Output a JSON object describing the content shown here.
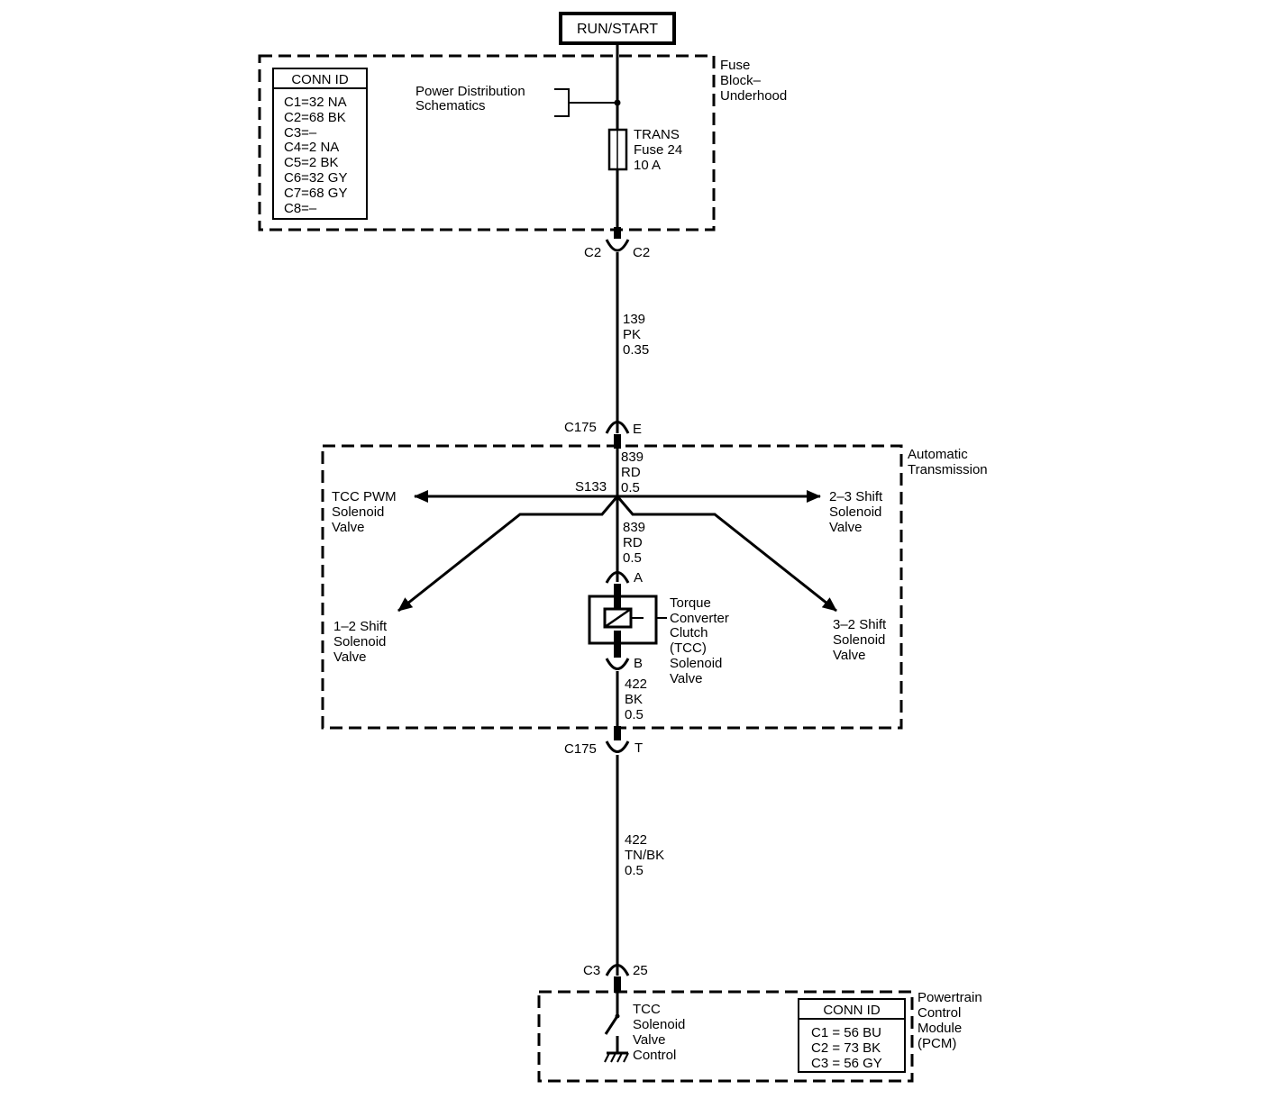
{
  "power": {
    "label": "RUN/START"
  },
  "fuse_block": {
    "name_lines": [
      "Fuse",
      "Block–",
      "Underhood"
    ],
    "conn_id": {
      "header": "CONN ID",
      "rows": [
        "C1=32 NA",
        "C2=68 BK",
        "C3=–",
        "C4=2 NA",
        "C5=2 BK",
        "C6=32 GY",
        "C7=68 GY",
        "C8=–"
      ]
    },
    "power_dist": [
      "Power Distribution",
      "Schematics"
    ],
    "fuse": [
      "TRANS",
      "Fuse 24",
      "10 A"
    ]
  },
  "connector_c2": {
    "left": "C2",
    "right": "C2"
  },
  "wire_1": [
    "139",
    "PK",
    "0.35"
  ],
  "connector_c175_top": {
    "left": "C175",
    "right": "E"
  },
  "trans": {
    "name_lines": [
      "Automatic",
      "Transmission"
    ],
    "wire_839_top": [
      "839",
      "RD",
      "0.5"
    ],
    "splice": "S133",
    "tcc_pwm": [
      "TCC PWM",
      "Solenoid",
      "Valve"
    ],
    "shift_23": [
      "2–3 Shift",
      "Solenoid",
      "Valve"
    ],
    "shift_12": [
      "1–2 Shift",
      "Solenoid",
      "Valve"
    ],
    "shift_32": [
      "3–2 Shift",
      "Solenoid",
      "Valve"
    ],
    "wire_839_bottom": [
      "839",
      "RD",
      "0.5"
    ],
    "pin_a": "A",
    "pin_b": "B",
    "tcc": [
      "Torque",
      "Converter",
      "Clutch",
      "(TCC)",
      "Solenoid",
      "Valve"
    ],
    "wire_422_bk": [
      "422",
      "BK",
      "0.5"
    ]
  },
  "connector_c175_bottom": {
    "left": "C175",
    "right": "T"
  },
  "wire_2": [
    "422",
    "TN/BK",
    "0.5"
  ],
  "connector_c3": {
    "left": "C3",
    "right": "25"
  },
  "pcm": {
    "name_lines": [
      "Powertrain",
      "Control",
      "Module",
      "(PCM)"
    ],
    "switch_label": [
      "TCC",
      "Solenoid",
      "Valve",
      "Control"
    ],
    "conn_id": {
      "header": "CONN ID",
      "rows": [
        "C1 = 56 BU",
        "C2 = 73 BK",
        "C3 = 56 GY"
      ]
    }
  }
}
